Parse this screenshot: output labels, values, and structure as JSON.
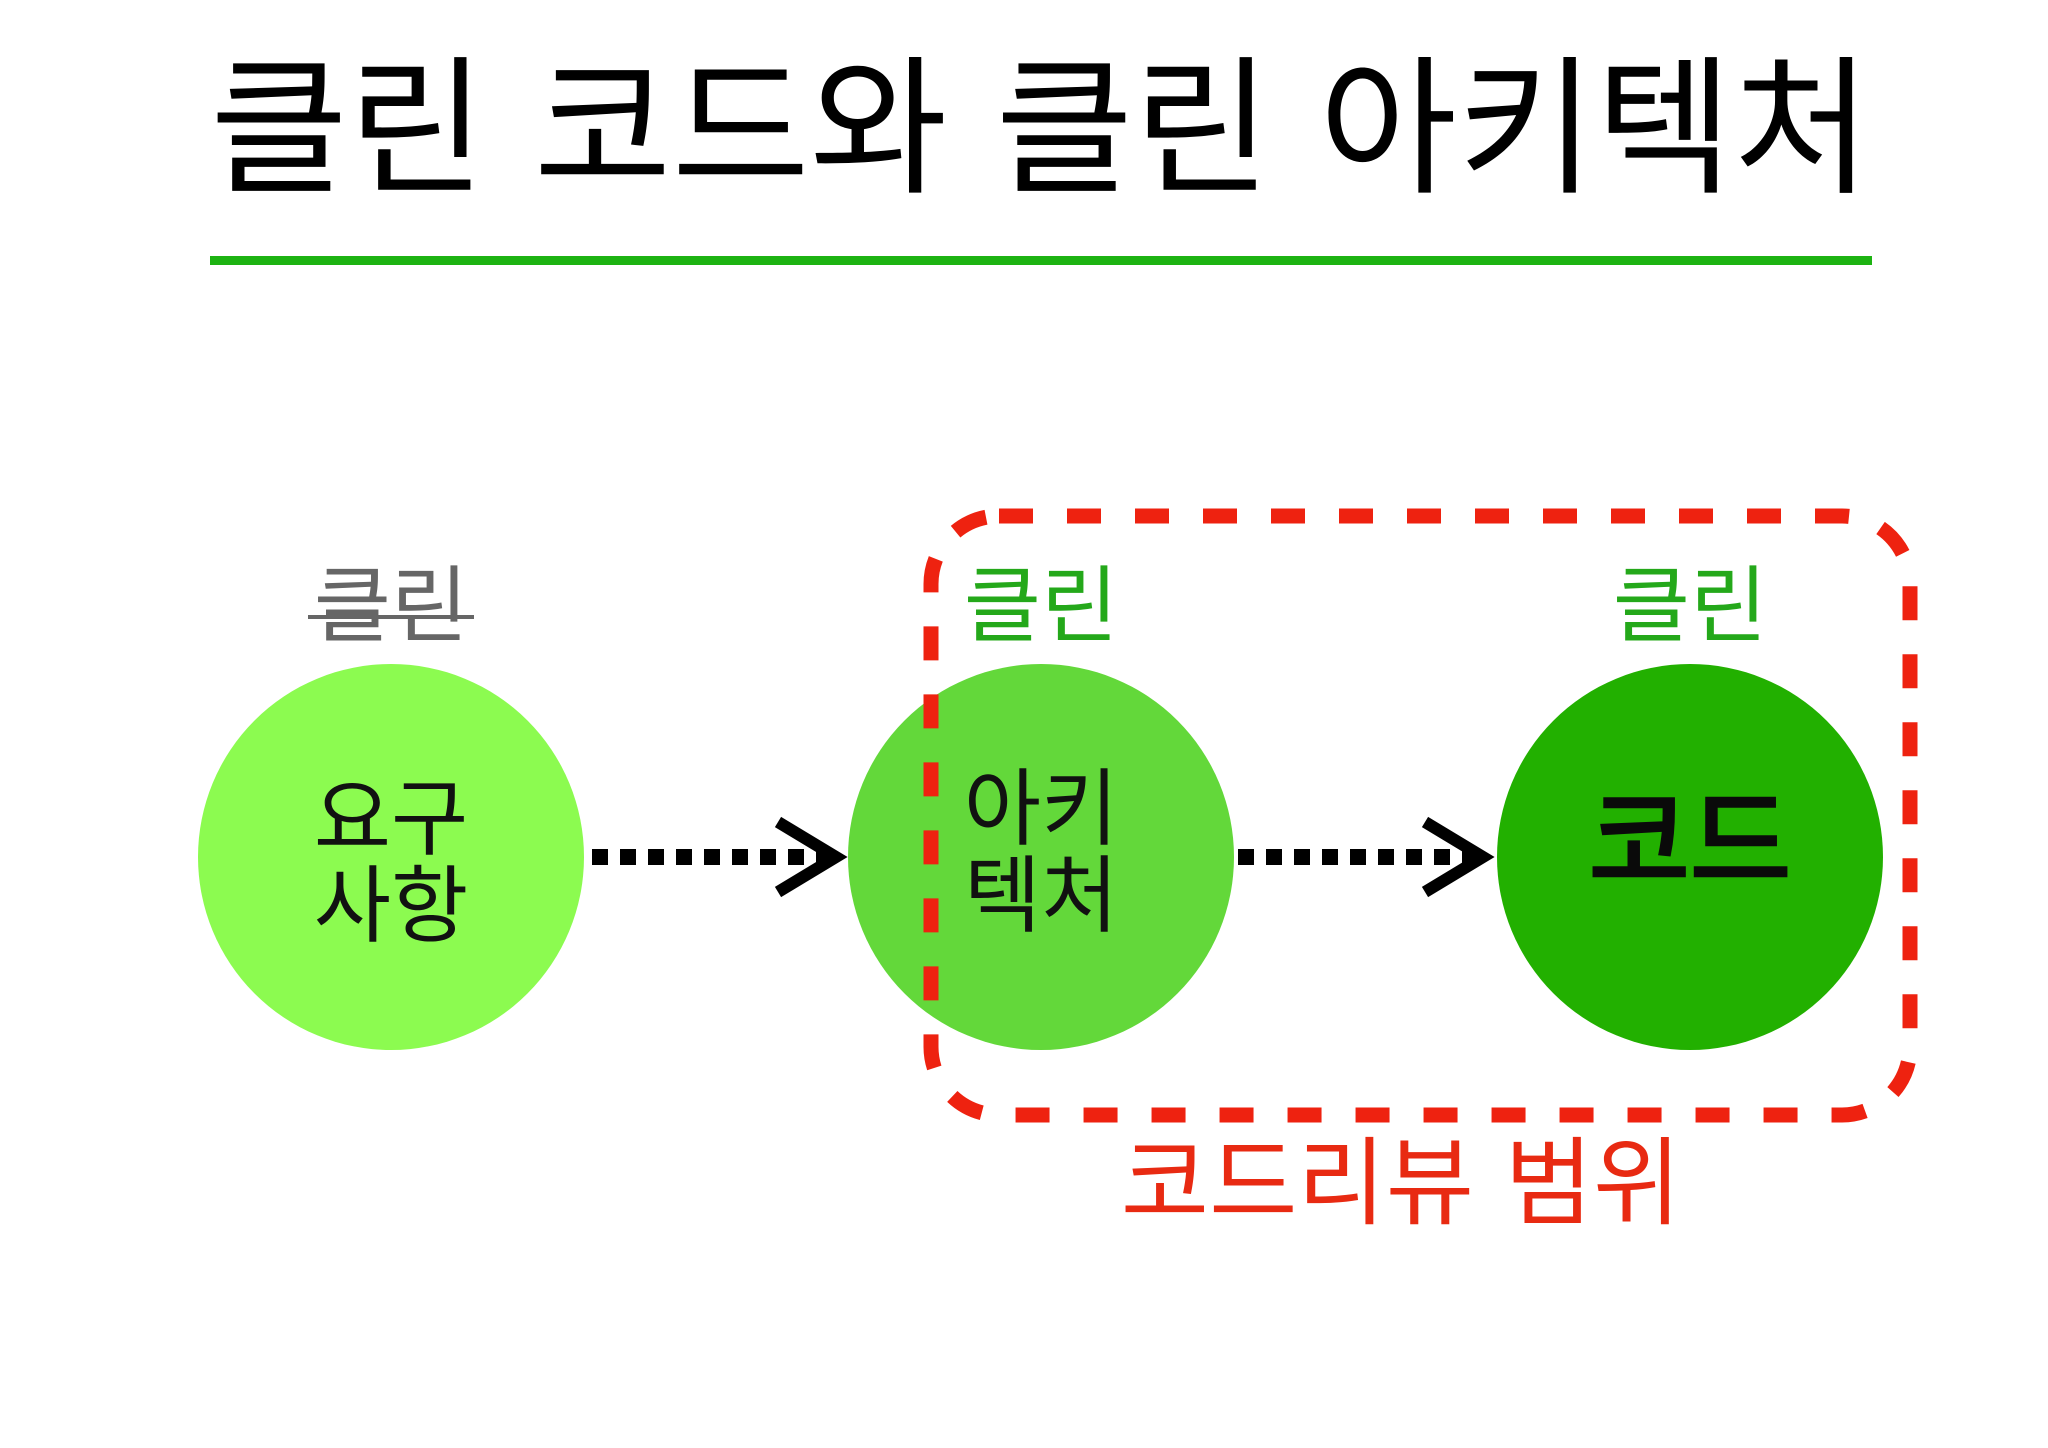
{
  "title": "클린 코드와 클린 아키텍처",
  "colors": {
    "title_rule": "#1db312",
    "arrow": "#000000",
    "scope_border": "#ee2210",
    "scope_label": "#e82a12",
    "label_struck": "#666666",
    "label_clean": "#24a81a"
  },
  "nodes": [
    {
      "id": "requirements",
      "label_line1": "요구",
      "label_line2": "사항",
      "top_label": "클린",
      "top_label_struck": true,
      "fill": "#8cfb50",
      "text_color": "#111111"
    },
    {
      "id": "architecture",
      "label_line1": "아키",
      "label_line2": "텍처",
      "top_label": "클린",
      "top_label_struck": false,
      "fill": "#63d83a",
      "text_color": "#111111"
    },
    {
      "id": "code",
      "label": "코드",
      "top_label": "클린",
      "top_label_struck": false,
      "fill": "#22b000",
      "text_color": "#0a0a0a"
    }
  ],
  "arrows": [
    {
      "from": "requirements",
      "to": "architecture",
      "style": "dotted"
    },
    {
      "from": "architecture",
      "to": "code",
      "style": "dotted"
    }
  ],
  "scope": {
    "label": "코드리뷰 범위",
    "border_style": "dashed"
  }
}
